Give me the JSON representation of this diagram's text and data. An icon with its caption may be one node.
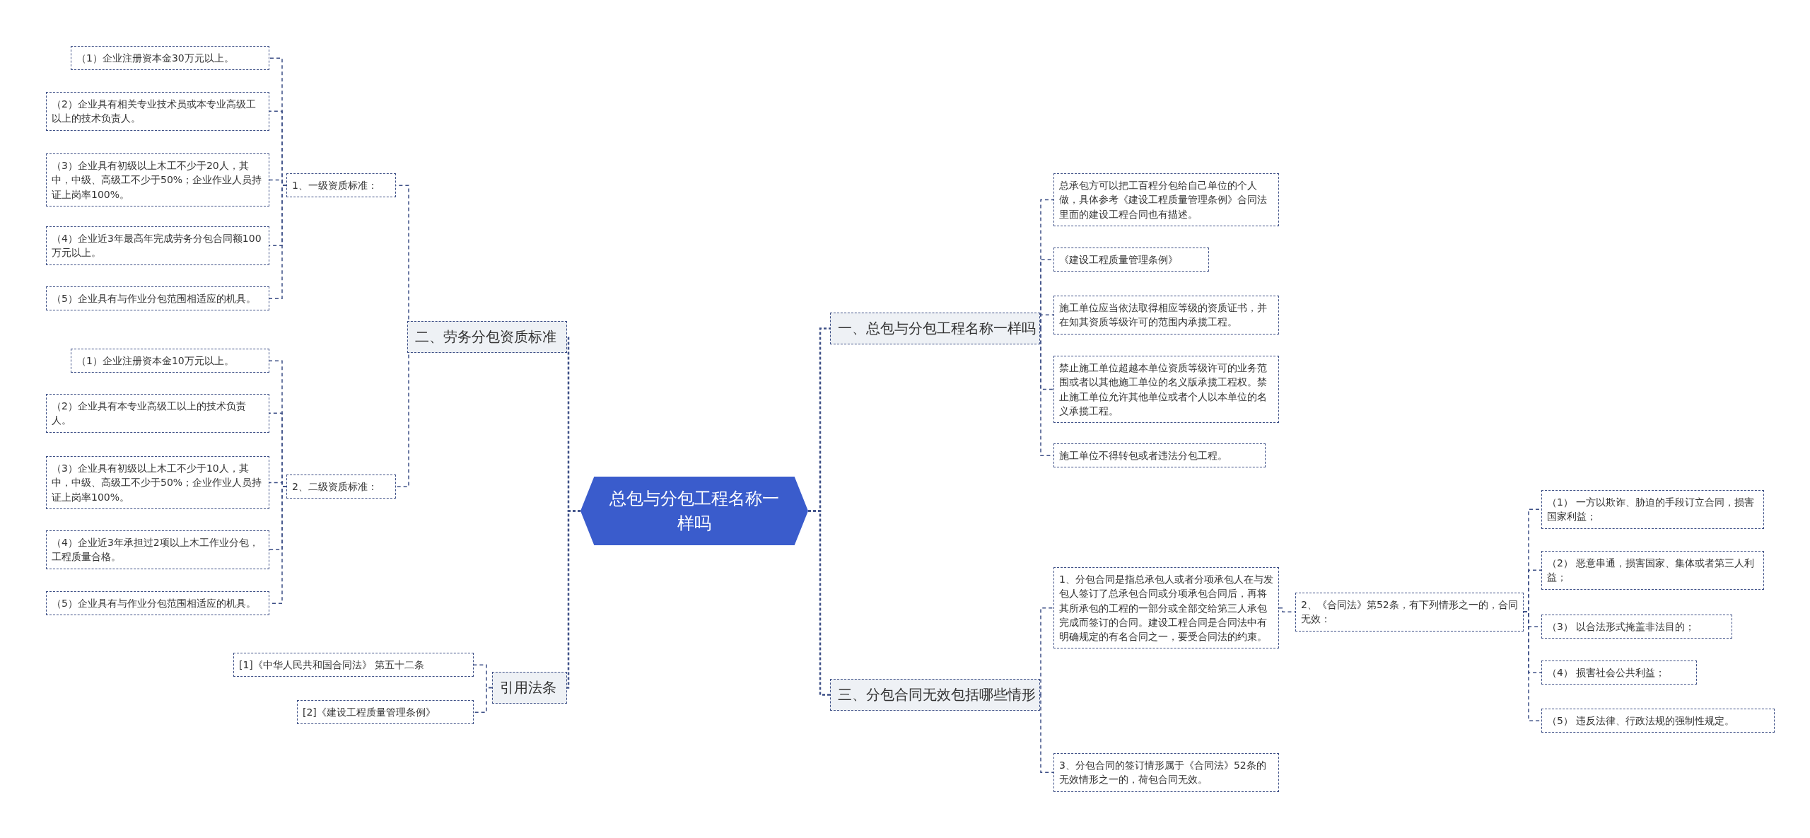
{
  "diagram": {
    "nodes": [
      {
        "text": [
          "总包与分包工程名称一样吗"
        ]
      },
      {
        "text": [
          "二、劳务分包资质标准"
        ]
      },
      {
        "text": [
          "1、一级资质标准："
        ]
      },
      {
        "text": [
          "（1）企业注册资本金30万元以上。"
        ]
      },
      {
        "text": [
          "（2）企业具有相关专业技术员或本专业高级工以上的技术负责人。"
        ]
      },
      {
        "text": [
          "（3）企业具有初级以上木工不少于20人，其中，中级、高级工不少于50%；企业作业人员持证上岗率100%。"
        ]
      },
      {
        "text": [
          "（4）企业近3年最高年完成劳务分包合同额100万元以上。"
        ]
      },
      {
        "text": [
          "（5）企业具有与作业分包范围相适应的机具。"
        ]
      },
      {
        "text": [
          "2、二级资质标准："
        ]
      },
      {
        "text": [
          "（1）企业注册资本金10万元以上。"
        ]
      },
      {
        "text": [
          "（2）企业具有本专业高级工以上的技术负责人。"
        ]
      },
      {
        "text": [
          "（3）企业具有初级以上木工不少于10人，其中，中级、高级工不少于50%；企业作业人员持证上岗率100%。"
        ]
      },
      {
        "text": [
          "（4）企业近3年承担过2项以上木工作业分包，工程质量合格。"
        ]
      },
      {
        "text": [
          "（5）企业具有与作业分包范围相适应的机具。"
        ]
      },
      {
        "text": [
          "引用法条"
        ]
      },
      {
        "text": [
          "[1]《中华人民共和国合同法》 第五十二条"
        ]
      },
      {
        "text": [
          "[2]《建设工程质量管理条例》"
        ]
      },
      {
        "text": [
          "一、总包与分包工程名称一样吗"
        ]
      },
      {
        "text": [
          "总承包方可以把工百程分包给自己单位的个人做，具体参考《建设工程质量管理条例》合同法里面的建设工程合同也有描述。"
        ]
      },
      {
        "text": [
          "《建设工程质量管理条例》"
        ]
      },
      {
        "text": [
          "施工单位应当依法取得相应等级的资质证书，并在知其资质等级许可的范围内承揽工程。"
        ]
      },
      {
        "text": [
          "禁止施工单位超越本单位资质等级许可的业务范围或者以其他施工单位的名义版承揽工程权。禁止施工单位允许其他单位或者个人以本单位的名义承揽工程。"
        ]
      },
      {
        "text": [
          "施工单位不得转包或者违法分包工程。"
        ]
      },
      {
        "text": [
          "三、分包合同无效包括哪些情形"
        ]
      },
      {
        "text": [
          "1、分包合同是指总承包人或者分项承包人在与发包人签订了总承包合同或分项承包合同后，再将其所承包的工程的一部分或全部交给第三人承包完成而签订的合同。建设工程合同是合同法中有明确规定的有名合同之一，要受合同法的约束。"
        ]
      },
      {
        "text": [
          "2、《合同法》第52条，有下列情形之一的，合同无效："
        ]
      },
      {
        "text": [
          "（1） 一方以欺诈、胁迫的手段订立合同，损害国家利益；"
        ]
      },
      {
        "text": [
          "（2） 恶意串通，损害国家、集体或者第三人利益；"
        ]
      },
      {
        "text": [
          "（3） 以合法形式掩盖非法目的；"
        ]
      },
      {
        "text": [
          "（4） 损害社会公共利益；"
        ]
      },
      {
        "text": [
          "（5） 违反法律、行政法规的强制性规定。"
        ]
      },
      {
        "text": [
          "3、分包合同的签订情形属于《合同法》52条的无效情形之一的，荷包合同无效。"
        ]
      }
    ],
    "edges": [
      {
        "from": 0,
        "to": 1,
        "arrow": "none"
      },
      {
        "from": 1,
        "to": 2,
        "arrow": "none"
      },
      {
        "from": 2,
        "to": 3,
        "arrow": "none"
      },
      {
        "from": 2,
        "to": 4,
        "arrow": "none"
      },
      {
        "from": 2,
        "to": 5,
        "arrow": "none"
      },
      {
        "from": 2,
        "to": 6,
        "arrow": "none"
      },
      {
        "from": 2,
        "to": 7,
        "arrow": "none"
      },
      {
        "from": 1,
        "to": 8,
        "arrow": "none"
      },
      {
        "from": 8,
        "to": 9,
        "arrow": "none"
      },
      {
        "from": 8,
        "to": 10,
        "arrow": "none"
      },
      {
        "from": 8,
        "to": 11,
        "arrow": "none"
      },
      {
        "from": 8,
        "to": 12,
        "arrow": "none"
      },
      {
        "from": 8,
        "to": 13,
        "arrow": "none"
      },
      {
        "from": 0,
        "to": 14,
        "arrow": "none"
      },
      {
        "from": 14,
        "to": 15,
        "arrow": "none"
      },
      {
        "from": 14,
        "to": 16,
        "arrow": "none"
      },
      {
        "from": 0,
        "to": 17,
        "arrow": "none"
      },
      {
        "from": 17,
        "to": 18,
        "arrow": "none"
      },
      {
        "from": 17,
        "to": 19,
        "arrow": "none"
      },
      {
        "from": 17,
        "to": 20,
        "arrow": "none"
      },
      {
        "from": 17,
        "to": 21,
        "arrow": "none"
      },
      {
        "from": 17,
        "to": 22,
        "arrow": "none"
      },
      {
        "from": 0,
        "to": 23,
        "arrow": "none"
      },
      {
        "from": 23,
        "to": 24,
        "arrow": "none"
      },
      {
        "from": 24,
        "to": 25,
        "arrow": "none"
      },
      {
        "from": 25,
        "to": 26,
        "arrow": "none"
      },
      {
        "from": 25,
        "to": 27,
        "arrow": "none"
      },
      {
        "from": 25,
        "to": 28,
        "arrow": "none"
      },
      {
        "from": 25,
        "to": 29,
        "arrow": "none"
      },
      {
        "from": 25,
        "to": 30,
        "arrow": "none"
      },
      {
        "from": 23,
        "to": 31,
        "arrow": "none"
      }
    ]
  }
}
